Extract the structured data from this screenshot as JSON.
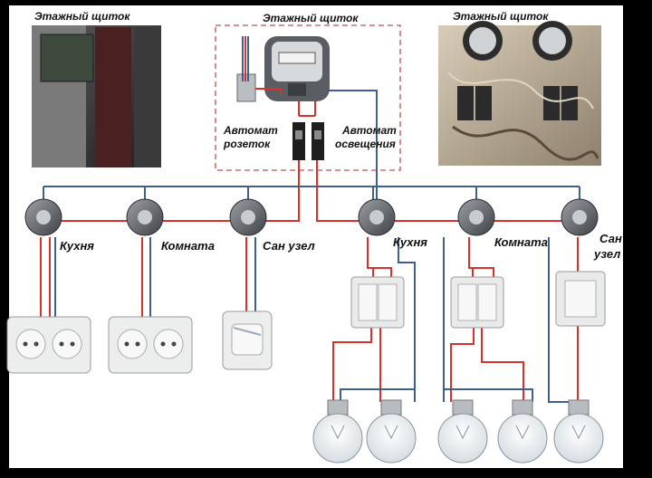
{
  "panel_captions": [
    "Этажный щиток",
    "Этажный щиток",
    "Этажный щиток"
  ],
  "breakers": {
    "sockets": [
      "Автомат",
      "розеток"
    ],
    "lighting": [
      "Автомат",
      "освещения"
    ]
  },
  "rooms": {
    "sockets": [
      "Кухня",
      "Комната",
      "Сан узел"
    ],
    "lighting_kitchen": "Кухня",
    "lighting_room": "Комната",
    "lighting_bath": [
      "Сан",
      "узел"
    ]
  },
  "colors": {
    "phase": "#d9302c",
    "neutral": "#3f5f8f",
    "background": "#000000",
    "panel": "#ffffff",
    "frame_dash": "#c0504d"
  }
}
